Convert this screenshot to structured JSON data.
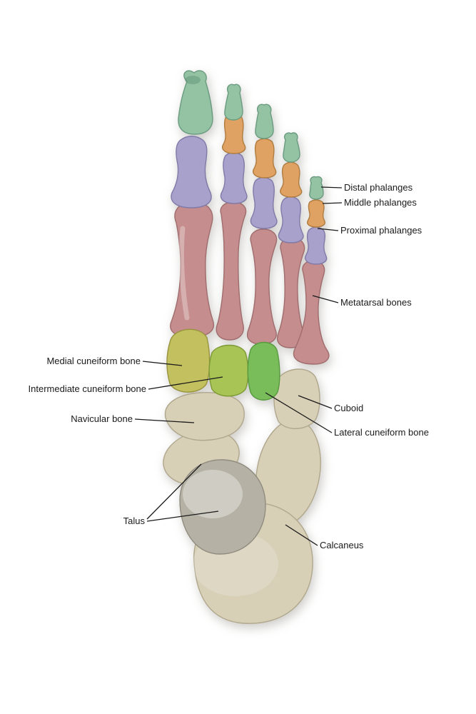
{
  "labels": {
    "distal_phalanges": "Distal phalanges",
    "middle_phalanges": "Middle phalanges",
    "proximal_phalanges": "Proximal phalanges",
    "metatarsal_bones": "Metatarsal bones",
    "medial_cuneiform": "Medial cuneiform bone",
    "intermediate_cuneiform": "Intermediate cuneiform bone",
    "navicular": "Navicular bone",
    "cuboid": "Cuboid",
    "lateral_cuneiform": "Lateral cuneiform bone",
    "talus": "Talus",
    "calcaneus": "Calcaneus"
  },
  "colors": {
    "background": "#ffffff",
    "distal_phalanx": "#94c3a3",
    "middle_phalanx": "#dfa262",
    "proximal_phalanx": "#a7a1cb",
    "metatarsal": "#c58d8d",
    "medial_cuneiform": "#c3c05f",
    "intermediate_cuneiform": "#a8c455",
    "lateral_cuneiform": "#79bd5b",
    "tarsal": "#d7cfb6",
    "talus_dome": "#b6b1a5",
    "label_text": "#1a1a1a",
    "leader_line": "#1a1a1a"
  }
}
